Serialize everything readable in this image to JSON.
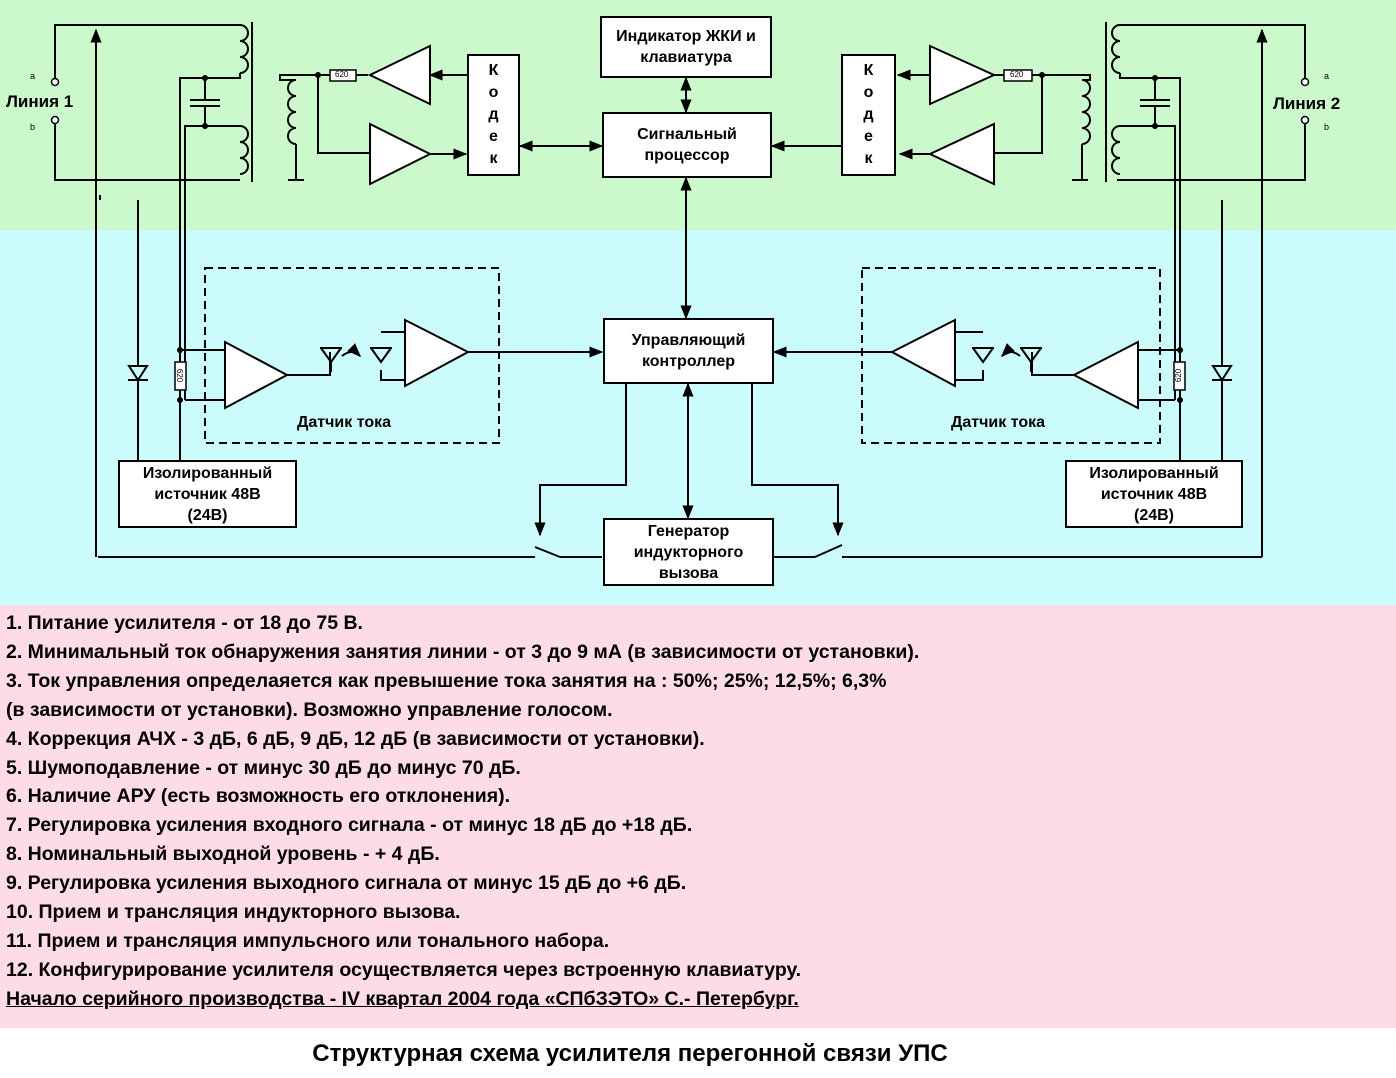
{
  "colors": {
    "top_band": "#ccf9cc",
    "middle_band": "#ccfbfb",
    "notes_band": "#fddbe9"
  },
  "diagram": {
    "blocks": {
      "indicator": "Индикатор ЖКИ и\nклавиатура",
      "signal_processor": "Сигнальный\nпроцессор",
      "controller": "Управляющий\nконтроллер",
      "generator": "Генератор\nиндукторного\nвызова",
      "codec_left": "К\nо\nд\nе\nк",
      "codec_right": "К\nо\nд\nе\nк",
      "source_left": "Изолированный\nисточник 48В\n(24В)",
      "source_right": "Изолированный\nисточник 48В\n(24В)"
    },
    "labels": {
      "line1": "Линия 1",
      "line2": "Линия 2",
      "line1_a": "a",
      "line1_b": "b",
      "line2_a": "a",
      "line2_b": "b",
      "sensor_left": "Датчик  тока",
      "sensor_right": "Датчик  тока",
      "resistor_top_left": "620",
      "resistor_top_right": "620",
      "resistor_mid_left": "620",
      "resistor_mid_right": "620"
    }
  },
  "notes": [
    "1. Питание усилителя  - от 18 до 75 В.",
    "2. Минимальный ток обнаружения занятия линии - от 3 до 9 мА (в зависимости от  установки).",
    "3. Ток управления определаяется как превышение тока занятия на : 50%; 25%; 12,5%; 6,3%",
    "(в зависимости от  установки). Возможно  управление голосом.",
    "4. Коррекция АЧХ - 3 дБ, 6 дБ, 9 дБ, 12 дБ (в зависимости от  установки).",
    "5. Шумоподавление  - от минус 30 дБ до минус 70 дБ.",
    "6. Наличие АРУ  (есть возможность его отклонения).",
    "7. Регулировка усиления входного сигнала  - от минус 18 дБ до +18 дБ.",
    "8. Номинальный выходной уровень - + 4 дБ.",
    "9. Регулировка усиления выходного сигнала от минус 15 дБ до +6 дБ.",
    "10. Прием и трансляция индукторного вызова.",
    "11. Прием и трансляция импульсного или тонального набора.",
    "12. Конфигурирование усилителя осуществляется через встроенную клавиатуру."
  ],
  "production_note": "Начало серийного производства - IV квартал 2004 года «СПбЗЭТО» С.- Петербург.",
  "caption": "Структурная схема усилителя перегонной связи УПС"
}
